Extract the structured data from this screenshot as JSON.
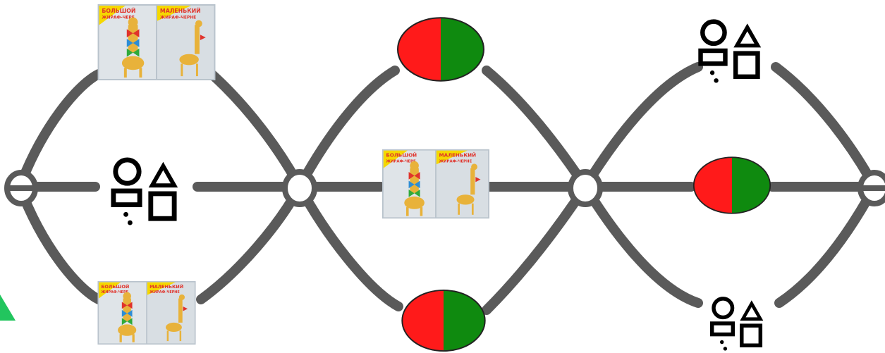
{
  "colors": {
    "background": "#ffffff",
    "track": "#5a5a5a",
    "disc_left": "#ff1a1a",
    "disc_right": "#0f8a0f",
    "shape_icon": "#000000",
    "corner_triangle": "#22c55e",
    "book_yellow": "#f5d800",
    "book_red": "#e0332b"
  },
  "book_card": {
    "left_title_line1": "БОЛЬШОЙ",
    "left_title_line2": "ЖИРАФ-ЧЕРЕ",
    "right_title_line1": "МАЛЕНЬКИЙ",
    "right_title_line2": "ЖИРАФ-ЧЕРНЕ"
  },
  "tokens": [
    {
      "name": "book-card-top-left",
      "kind": "book"
    },
    {
      "name": "shape-icon-middle-left",
      "kind": "shapes"
    },
    {
      "name": "book-card-bottom-left",
      "kind": "book"
    },
    {
      "name": "color-disc-top-center",
      "kind": "disc"
    },
    {
      "name": "book-card-middle-center",
      "kind": "book"
    },
    {
      "name": "color-disc-bottom-center",
      "kind": "disc"
    },
    {
      "name": "shape-icon-top-right",
      "kind": "shapes"
    },
    {
      "name": "color-disc-middle-right",
      "kind": "disc"
    },
    {
      "name": "shape-icon-bottom-right",
      "kind": "shapes"
    }
  ],
  "corner_marker_icon": "triangle-icon"
}
